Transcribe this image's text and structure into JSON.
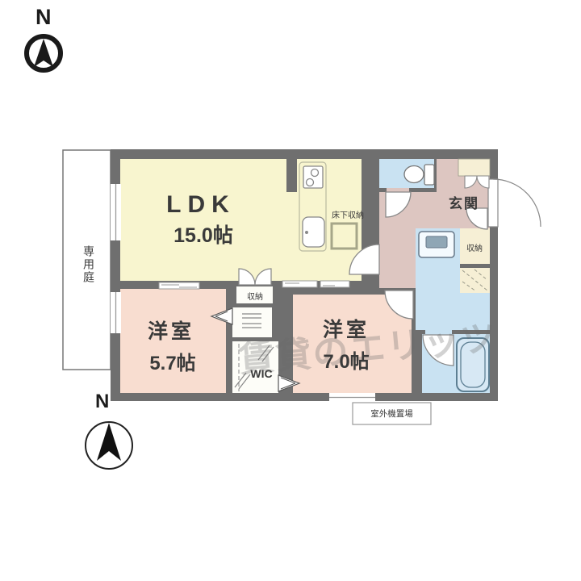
{
  "compass_top": {
    "label": "N"
  },
  "compass_bottom": {
    "label": "N"
  },
  "garden": {
    "label": "専用庭"
  },
  "rooms": {
    "ldk": {
      "name": "LDK",
      "size": "15.0帖"
    },
    "bedroom_left": {
      "name": "洋室",
      "size": "5.7帖"
    },
    "bedroom_right": {
      "name": "洋室",
      "size": "7.0帖"
    },
    "entrance": {
      "name": "玄関"
    },
    "storage_center": {
      "name": "収納"
    },
    "storage_right": {
      "name": "収納"
    },
    "underfloor_storage": {
      "name": "床下収納"
    },
    "wic": {
      "name": "WIC"
    },
    "outdoor_unit": {
      "name": "室外機置場"
    }
  },
  "watermark": {
    "text": "賃貸のエリッツ"
  },
  "colors": {
    "wall": "#6f6f6f",
    "ldk_fill": "#f8f5cf",
    "bedroom_fill": "#f8ddd0",
    "wet_area_fill": "#c9e2f2",
    "entrance_fill": "#ddc6c1",
    "closet_fill": "#f6efd5",
    "background": "#ffffff"
  }
}
